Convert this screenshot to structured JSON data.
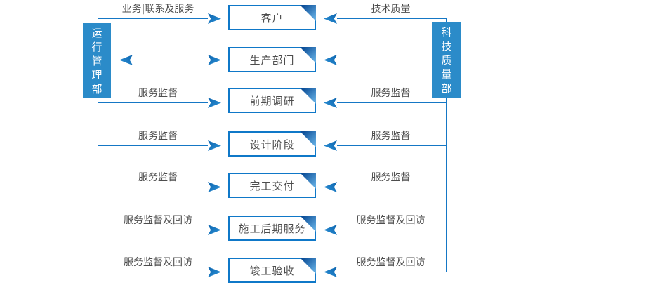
{
  "diagram": {
    "left_pillar": "运行管理部",
    "right_pillar": "科技质量部",
    "rows": [
      {
        "box": "客户",
        "left_label": "业务|联系及服务",
        "right_label": "技术质量",
        "left_bidirectional": true,
        "right_to_pillar_top": true
      },
      {
        "box": "生产部门",
        "left_label": "",
        "right_label": "",
        "left_bidirectional": true,
        "right_to_pillar_side": true
      },
      {
        "box": "前期调研",
        "left_label": "服务监督",
        "right_label": "服务监督"
      },
      {
        "box": "设计阶段",
        "left_label": "服务监督",
        "right_label": "服务监督"
      },
      {
        "box": "完工交付",
        "left_label": "服务监督",
        "right_label": "服务监督"
      },
      {
        "box": "施工后期服务",
        "left_label": "服务监督及回访",
        "right_label": "服务监督及回访"
      },
      {
        "box": "竣工验收",
        "left_label": "服务监督及回访",
        "right_label": "服务监督及回访"
      }
    ],
    "colors": {
      "pillar": "#2b8bc9",
      "box_border": "#0f78c8",
      "line": "#1577c5",
      "arrow_dark": "#0c64ae",
      "arrow_light": "#2e93d8",
      "fold_dark": "#0d4f99",
      "fold_light": "#5fa9df",
      "text": "#4d4d4d"
    }
  }
}
